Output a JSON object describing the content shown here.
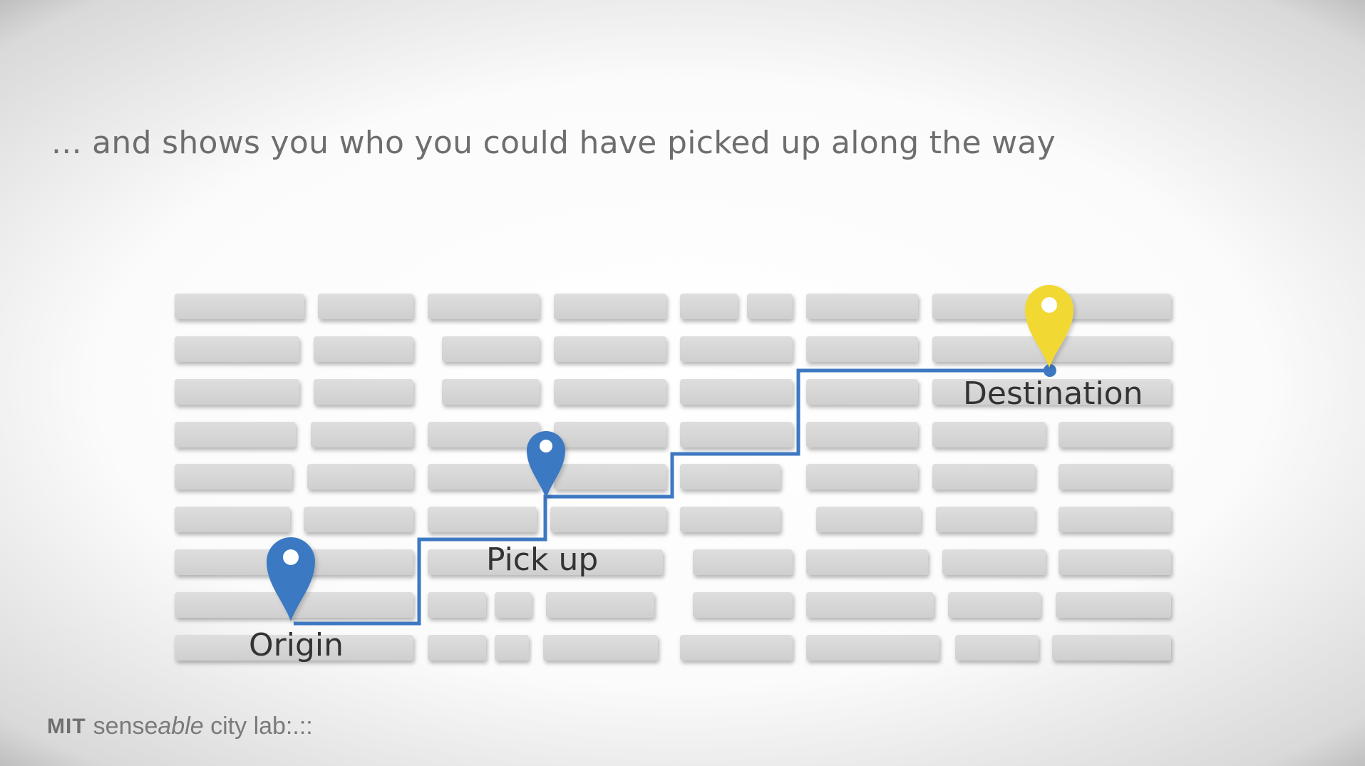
{
  "slide": {
    "headline": "... and shows you who you could have picked up along the way"
  },
  "map": {
    "pins": [
      {
        "id": "origin",
        "label": "Origin",
        "color": "#3b79c3",
        "icon": "map-pin-icon"
      },
      {
        "id": "pickup",
        "label": "Pick up",
        "color": "#3b79c3",
        "icon": "map-pin-icon"
      },
      {
        "id": "destination",
        "label": "Destination",
        "color": "#f2d833",
        "icon": "map-pin-icon"
      }
    ],
    "route_color": "#3d78c2",
    "block_color": "#d4d4d4"
  },
  "footer": {
    "logo_text": "MIT",
    "lab_prefix": "sense",
    "lab_italic": "able",
    "lab_suffix": " city lab:.::"
  }
}
